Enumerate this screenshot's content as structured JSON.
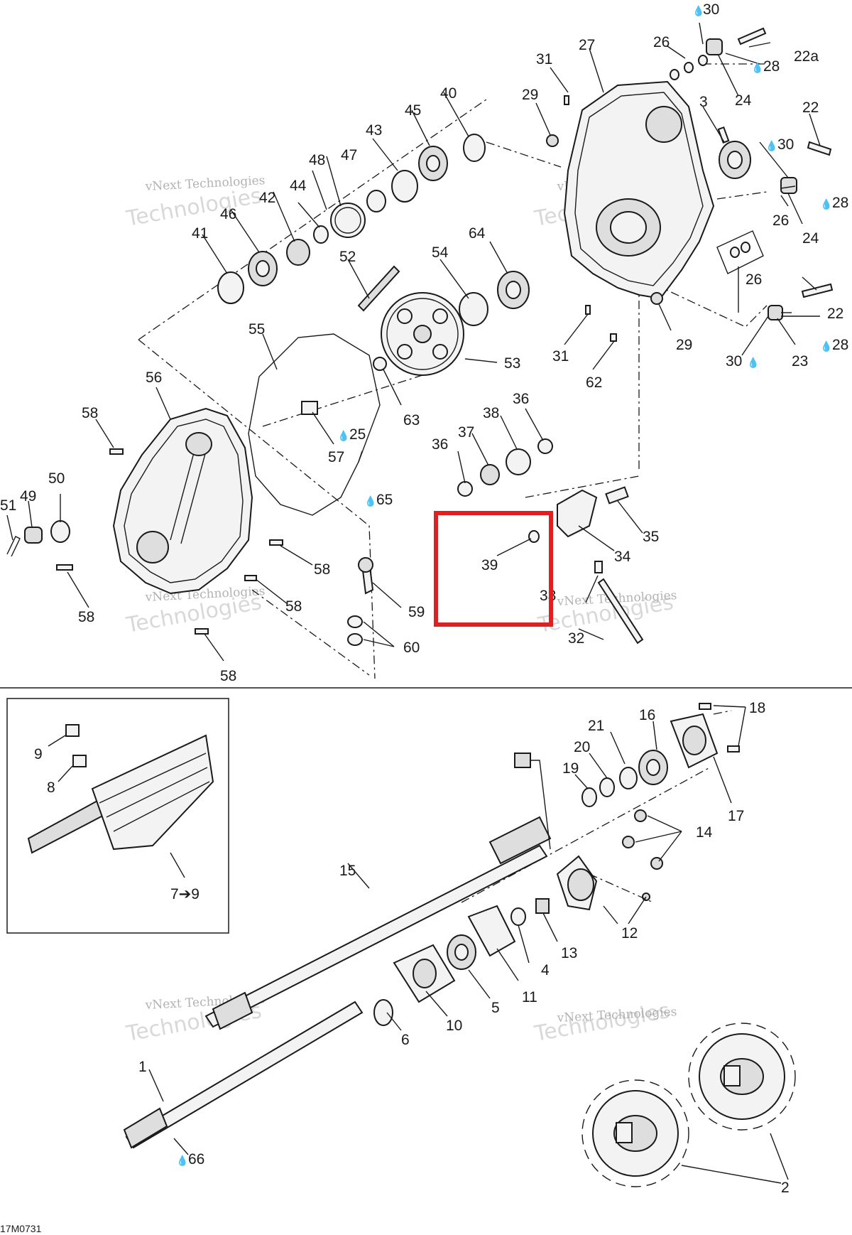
{
  "diagram": {
    "code": "17M0731",
    "watermark": {
      "line1": "vNext Technologies",
      "line2": "Technologies"
    },
    "oil_symbol": "💧",
    "highlight": {
      "color": "#e02020",
      "label": "39"
    },
    "callouts": {
      "c1": "1",
      "c2": "2",
      "c4": "4",
      "c5": "5",
      "c6": "6",
      "c8": "8",
      "c9": "9",
      "c10": "10",
      "c11": "11",
      "c12": "12",
      "c13": "13",
      "c14": "14",
      "c15": "15",
      "c16": "16",
      "c17": "17",
      "c18": "18",
      "c19": "19",
      "c20": "20",
      "c21": "21",
      "c22a": "22a",
      "c22b": "22",
      "c22c": "22",
      "c23": "23",
      "c24a": "24",
      "c24b": "24",
      "c25": "25",
      "c26a": "26",
      "c26b": "26",
      "c26c": "26",
      "c27": "27",
      "c28a": "28",
      "c28b": "28",
      "c28c": "28",
      "c29a": "29",
      "c29b": "29",
      "c30a": "30",
      "c30b": "30",
      "c30c": "30",
      "c31a": "31",
      "c31b": "31",
      "c32": "32",
      "c33": "33",
      "c34": "34",
      "c35": "35",
      "c36a": "36",
      "c36b": "36",
      "c37": "37",
      "c38": "38",
      "c39": "39",
      "c40": "40",
      "c41": "41",
      "c42": "42",
      "c43": "43",
      "c44": "44",
      "c45": "45",
      "c46": "46",
      "c47": "47",
      "c48": "48",
      "c49": "49",
      "c50": "50",
      "c51": "51",
      "c52": "52",
      "c53": "53",
      "c54": "54",
      "c55": "55",
      "c56": "56",
      "c57": "57",
      "c58a": "58",
      "c58b": "58",
      "c58c": "58",
      "c58d": "58",
      "c58e": "58",
      "c59": "59",
      "c60": "60",
      "c62": "62",
      "c63": "63",
      "c64": "64",
      "c65": "65",
      "c66": "66",
      "c79": "7➔9"
    }
  }
}
